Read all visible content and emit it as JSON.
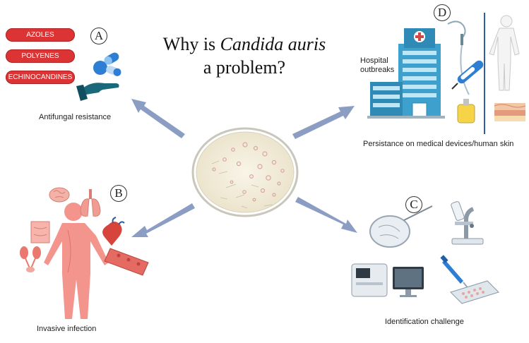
{
  "title": {
    "line1_prefix": "Why is ",
    "line1_italic": "Candida auris",
    "line2": "a problem?"
  },
  "panels": {
    "a": {
      "badge": "A",
      "drugs": [
        "AZOLES",
        "POLYENES",
        "ECHINOCANDINES"
      ],
      "caption": "Antifungal resistance"
    },
    "b": {
      "badge": "B",
      "caption": "Invasive infection"
    },
    "c": {
      "badge": "C",
      "caption": "Identification challenge"
    },
    "d": {
      "badge": "D",
      "hospital_label_line1": "Hospital",
      "hospital_label_line2": "outbreaks",
      "caption": "Persistance on medical devices/human skin"
    }
  },
  "icons": [
    "petri-dish-icon",
    "pills-hand-icon",
    "hospital-building-icon",
    "iv-catheter-icon",
    "thermometer-icon",
    "human-silhouette-icon",
    "skin-layers-icon",
    "human-body-icon",
    "brain-icon",
    "lungs-icon",
    "heart-icon",
    "intestine-icon",
    "kidney-icon",
    "blood-vessel-icon",
    "mass-spectrometer-icon",
    "computer-monitor-icon",
    "microscope-icon",
    "pipette-icon",
    "culture-plate-icon"
  ],
  "colors": {
    "arrow": "#7f93b9",
    "drug_pill": "#dc3434",
    "body": "#f4958d",
    "hospital": "#3ea0cc",
    "pill_blue": "#2e7fd4",
    "petri_agar": "#f3eedf"
  }
}
